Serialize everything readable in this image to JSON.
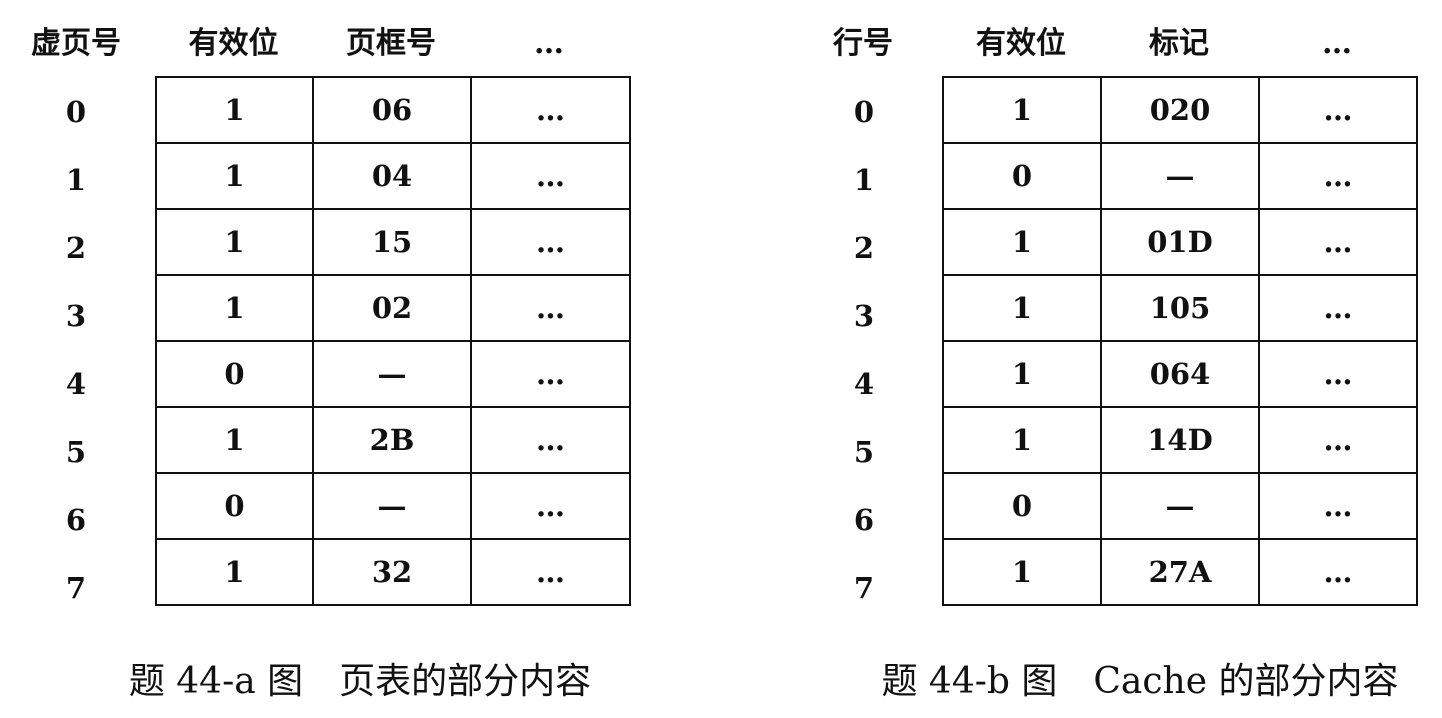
{
  "page_table": {
    "headers": [
      "虚页号",
      "有效位",
      "页框号",
      "…"
    ],
    "rows": [
      {
        "index": "0",
        "valid": "1",
        "value": "06",
        "more": "…"
      },
      {
        "index": "1",
        "valid": "1",
        "value": "04",
        "more": "…"
      },
      {
        "index": "2",
        "valid": "1",
        "value": "15",
        "more": "…"
      },
      {
        "index": "3",
        "valid": "1",
        "value": "02",
        "more": "…"
      },
      {
        "index": "4",
        "valid": "0",
        "value": "—",
        "more": "…"
      },
      {
        "index": "5",
        "valid": "1",
        "value": "2B",
        "more": "…"
      },
      {
        "index": "6",
        "valid": "0",
        "value": "—",
        "more": "…"
      },
      {
        "index": "7",
        "valid": "1",
        "value": "32",
        "more": "…"
      }
    ],
    "caption": "题 44-a 图　页表的部分内容"
  },
  "cache_table": {
    "headers": [
      "行号",
      "有效位",
      "标记",
      "…"
    ],
    "rows": [
      {
        "index": "0",
        "valid": "1",
        "value": "020",
        "more": "…"
      },
      {
        "index": "1",
        "valid": "0",
        "value": "—",
        "more": "…"
      },
      {
        "index": "2",
        "valid": "1",
        "value": "01D",
        "more": "…"
      },
      {
        "index": "3",
        "valid": "1",
        "value": "105",
        "more": "…"
      },
      {
        "index": "4",
        "valid": "1",
        "value": "064",
        "more": "…"
      },
      {
        "index": "5",
        "valid": "1",
        "value": "14D",
        "more": "…"
      },
      {
        "index": "6",
        "valid": "0",
        "value": "—",
        "more": "…"
      },
      {
        "index": "7",
        "valid": "1",
        "value": "27A",
        "more": "…"
      }
    ],
    "caption": "题 44-b 图　Cache 的部分内容"
  }
}
